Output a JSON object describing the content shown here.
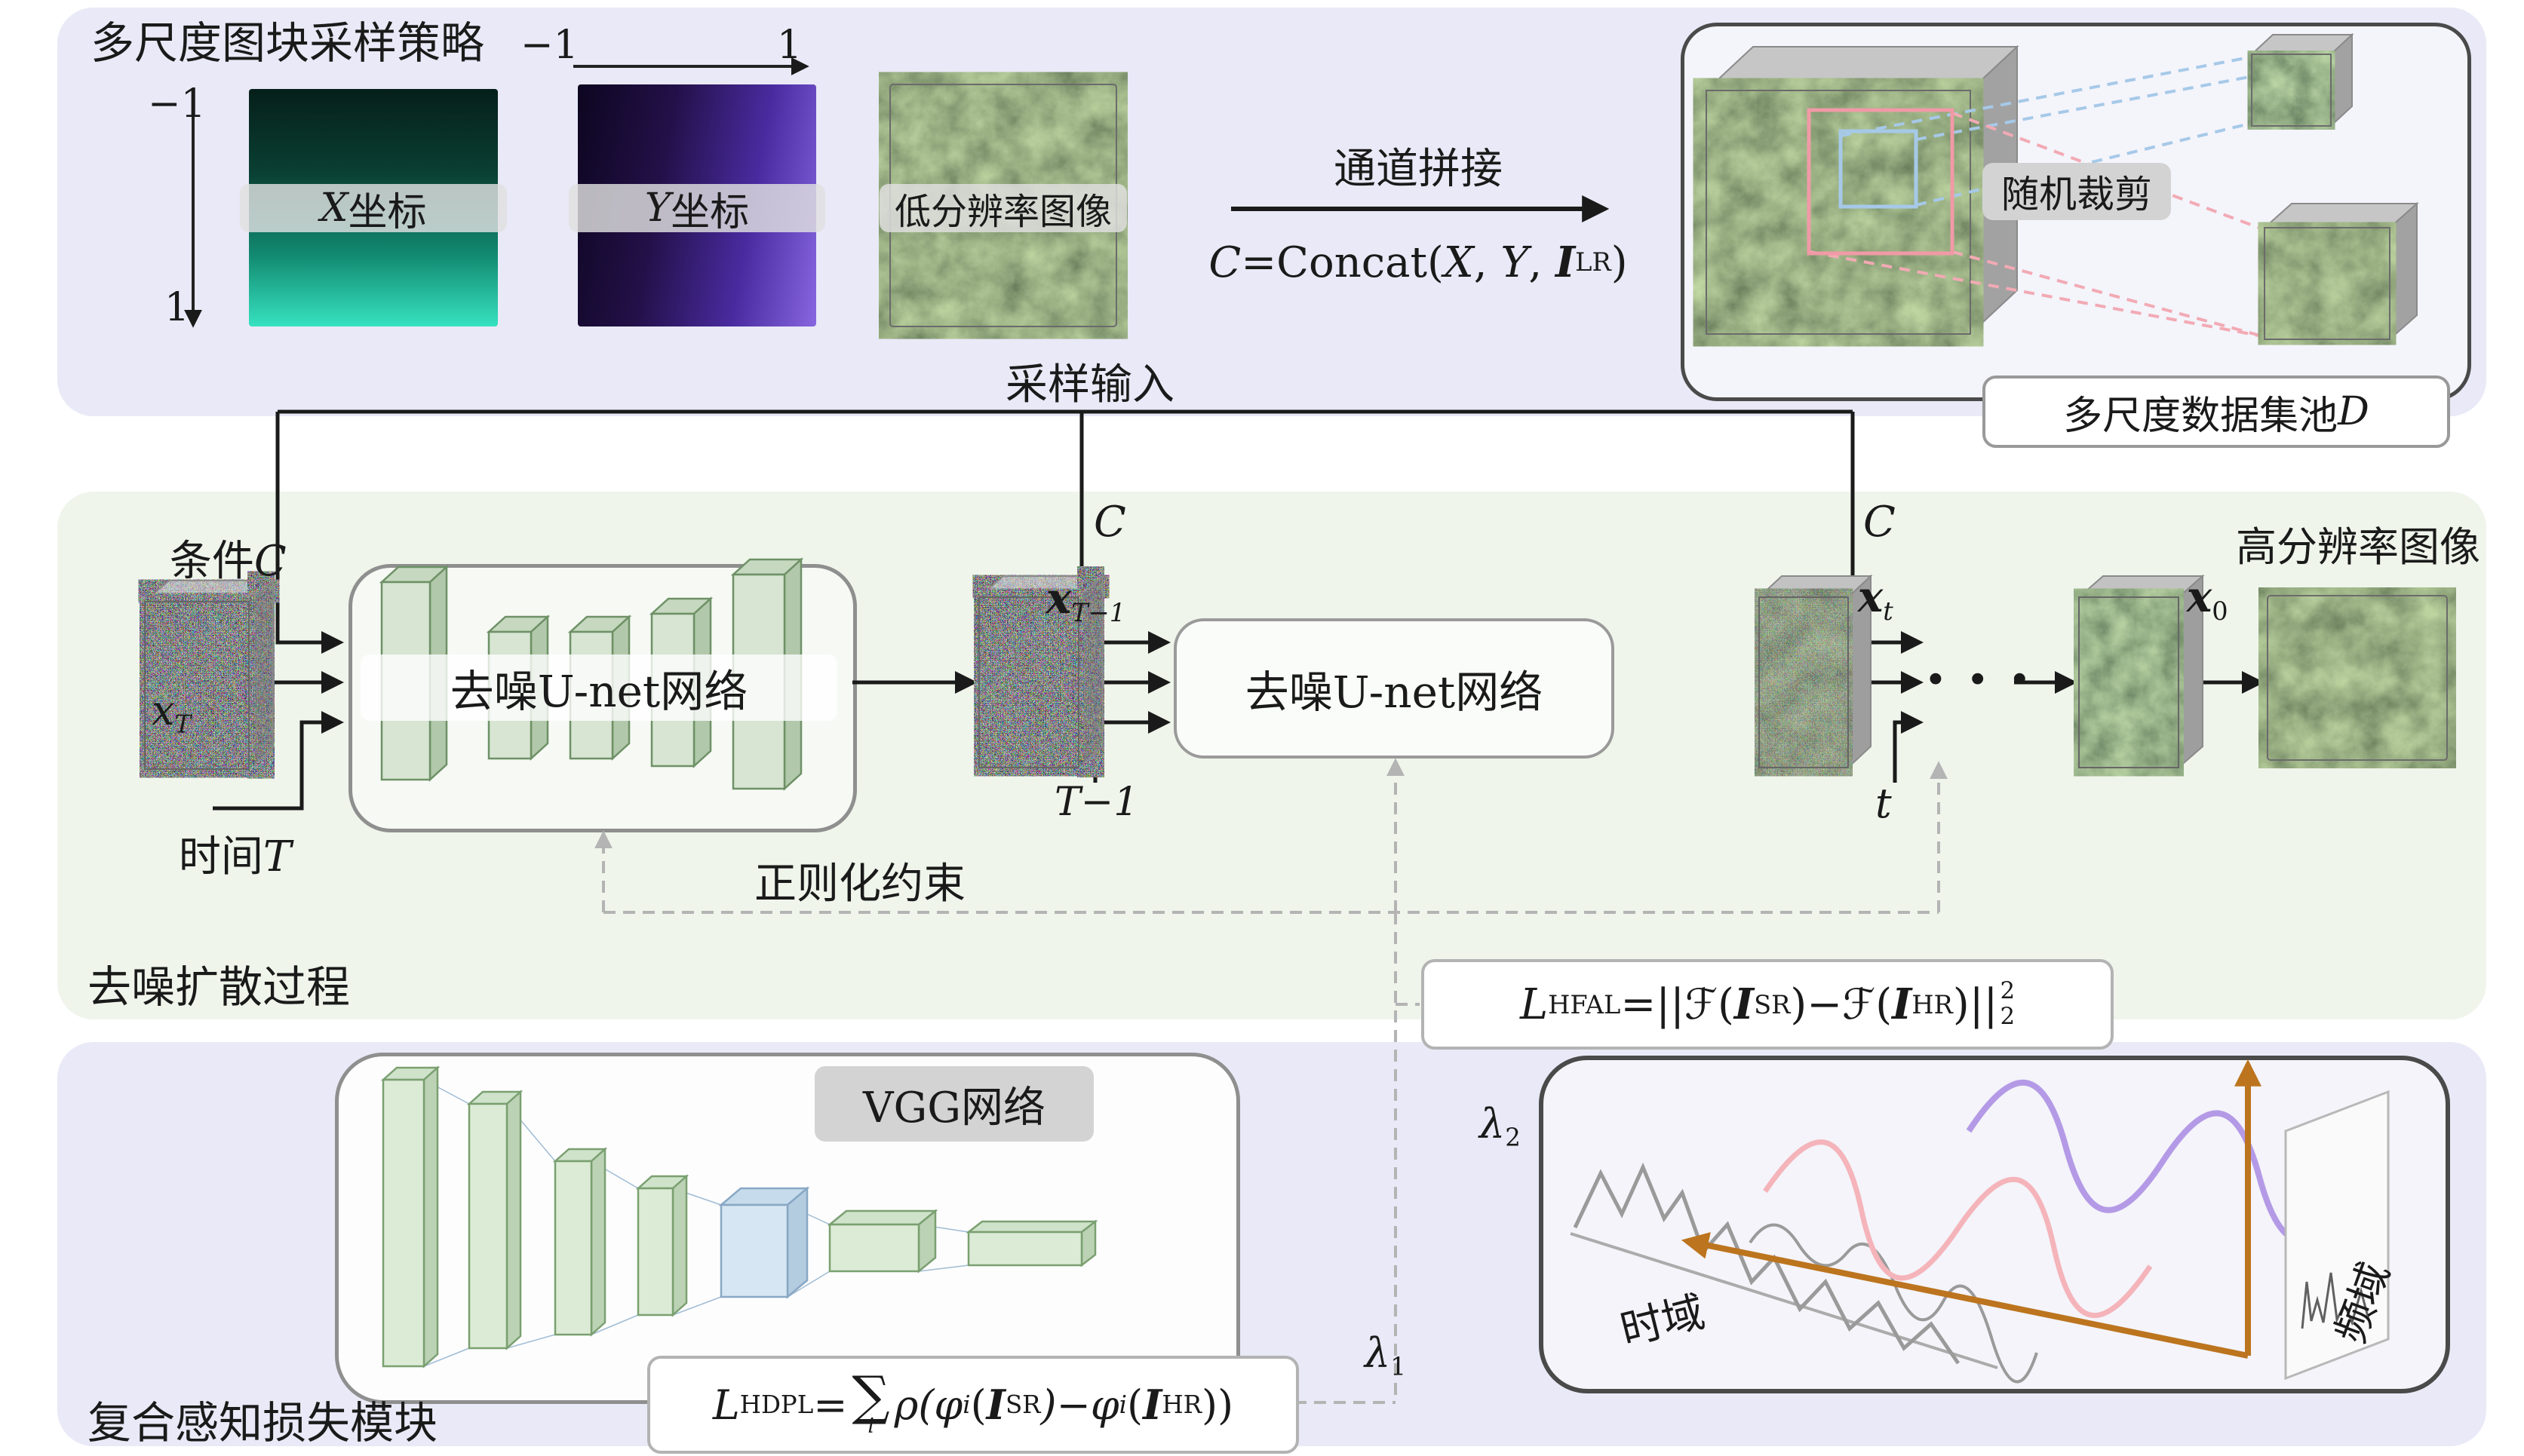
{
  "top": {
    "title": "多尺度图块采样策略",
    "x_axis": {
      "neg": "−1",
      "pos": "1"
    },
    "y_axis": {
      "neg": "−1",
      "pos": "1"
    },
    "x_block": {
      "var": "X",
      "text": "坐标"
    },
    "y_block": {
      "var": "Y",
      "text": "坐标"
    },
    "lr_label": "低分辨率图像",
    "concat_label": "通道拼接",
    "formula": {
      "lhs": "C",
      "eq": "=Concat(",
      "x": "X",
      "c1": ", ",
      "y": "Y",
      "c2": ", ",
      "i": "I",
      "isub": "LR",
      "close": ")"
    },
    "crop_label": "随机裁剪",
    "pool": {
      "text": "多尺度数据集池",
      "var": "D"
    },
    "sampling_label": "采样输入"
  },
  "middle": {
    "condition": {
      "text": "条件",
      "var": "C"
    },
    "x_T": {
      "base": "x",
      "sub": "T"
    },
    "time": {
      "text": "时间",
      "var": "T"
    },
    "unet1_label": "去噪U-net网络",
    "x_T1": {
      "base": "x",
      "sub": "T−1"
    },
    "c1": "C",
    "unet2_label": "去噪U-net网络",
    "t_minus_1": "T−1",
    "x_t": {
      "base": "x",
      "sub": "t"
    },
    "c2": "C",
    "dots": "· · ·",
    "t": "t",
    "x_0": {
      "base": "x",
      "sub": "0"
    },
    "hr_label": "高分辨率图像",
    "reg_label": "正则化约束",
    "section_label": "去噪扩散过程"
  },
  "bottom": {
    "vgg_label": "VGG网络",
    "hdpl": {
      "l": "L",
      "lsub": "HDPL",
      "eq": "=",
      "sum": "∑",
      "sumsub": "i",
      "t1": "ρ(φ",
      "s1": "i",
      "t2": "(",
      "i1": "I",
      "s2": "SR",
      "t3": ")−φ",
      "s3": "i",
      "t4": "(",
      "i2": "I",
      "s4": "HR",
      "t5": "))"
    },
    "lambda1": {
      "base": "λ",
      "sub": "1"
    },
    "lambda2": {
      "base": "λ",
      "sub": "2"
    },
    "hfal": {
      "l": "L",
      "lsub": "HFAL",
      "eq": "=||",
      "f1": "ℱ",
      "t1": "(",
      "i1": "I",
      "s1": "SR",
      "t2": ")−",
      "f2": "ℱ",
      "t3": "(",
      "i2": "I",
      "s2": "HR",
      "t4": ")||",
      "sup": "2",
      "sub": "2"
    },
    "time_domain": "时域",
    "freq_domain": "频域",
    "section_label": "复合感知损失模块"
  }
}
